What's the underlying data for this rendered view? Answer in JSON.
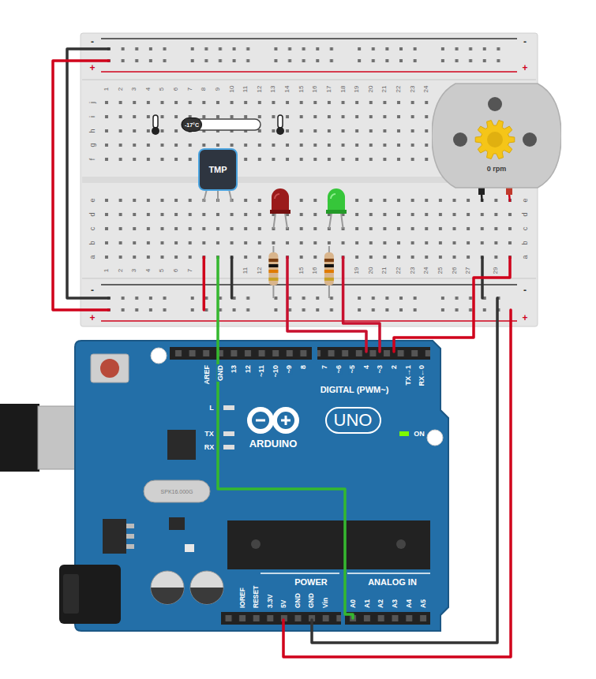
{
  "diagram": {
    "nodes": [
      {
        "text": [
          "-17°C"
        ]
      },
      {
        "text": [
          "TMP"
        ]
      },
      {
        "text": [
          "0 rpm"
        ]
      },
      {
        "text": [
          "UNO"
        ]
      }
    ],
    "labels": [
      "-",
      "+",
      "-",
      "+",
      "-",
      "+",
      "-",
      "+",
      "1",
      "2",
      "3",
      "4",
      "5",
      "6",
      "7",
      "8",
      "9",
      "10",
      "11",
      "12",
      "13",
      "14",
      "15",
      "16",
      "17",
      "18",
      "19",
      "20",
      "21",
      "22",
      "23",
      "24",
      "j",
      "i",
      "h",
      "g",
      "f",
      "1",
      "2",
      "3",
      "4",
      "5",
      "6",
      "7",
      "11",
      "12",
      "15",
      "16",
      "19",
      "20",
      "21",
      "22",
      "23",
      "24",
      "25",
      "26",
      "27",
      "29",
      "e",
      "d",
      "c",
      "b",
      "a",
      "e",
      "d",
      "c",
      "b",
      "a",
      "AREF",
      "GND",
      "13",
      "12",
      "~11",
      "~10",
      "~9",
      "8",
      "7",
      "~6",
      "~5",
      "4",
      "~3",
      "2",
      "TX→1",
      "RX←0",
      "DIGITAL (PWM~)",
      "L",
      "TX",
      "RX",
      "ARDUINO",
      "ON",
      "SPK16.000G",
      "IOREF",
      "RESET",
      "3.3V",
      "5V",
      "GND",
      "GND",
      "Vin",
      "POWER",
      "ANALOG IN",
      "A0",
      "A1",
      "A2",
      "A3",
      "A4",
      "A5"
    ]
  }
}
